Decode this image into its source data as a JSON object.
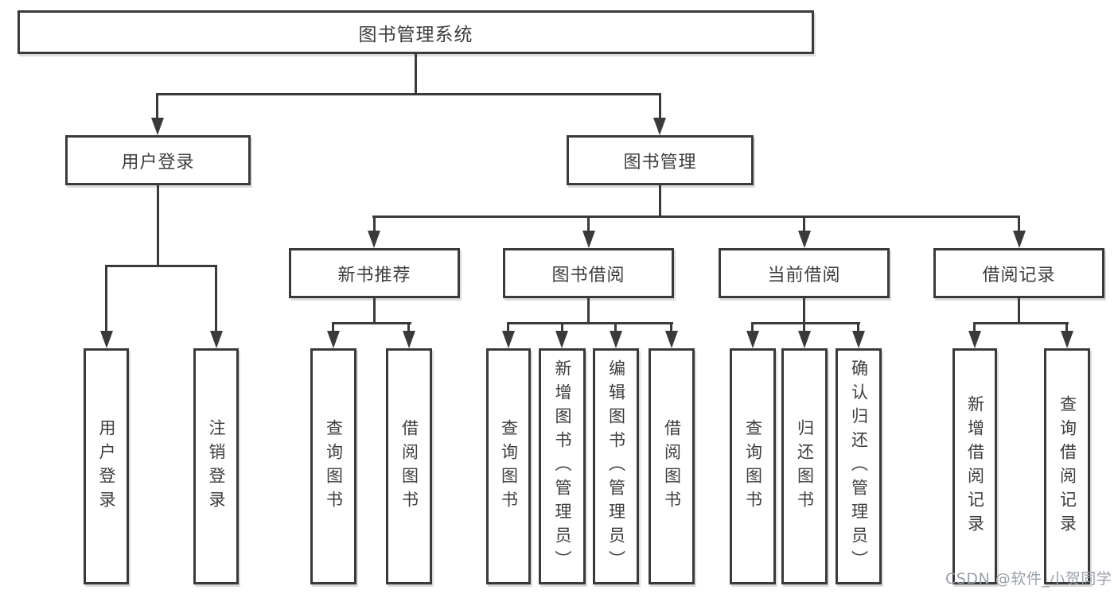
{
  "tree": {
    "label": "图书管理系统",
    "children": [
      {
        "label": "用户登录",
        "children": [
          {
            "label": "用户登录"
          },
          {
            "label": "注销登录"
          }
        ]
      },
      {
        "label": "图书管理",
        "children": [
          {
            "label": "新书推荐",
            "children": [
              {
                "label": "查询图书"
              },
              {
                "label": "借阅图书"
              }
            ]
          },
          {
            "label": "图书借阅",
            "children": [
              {
                "label": "查询图书"
              },
              {
                "label": "新增图书（管理员）"
              },
              {
                "label": "编辑图书（管理员）"
              },
              {
                "label": "借阅图书"
              }
            ]
          },
          {
            "label": "当前借阅",
            "children": [
              {
                "label": "查询图书"
              },
              {
                "label": "归还图书"
              },
              {
                "label": "确认归还（管理员）"
              }
            ]
          },
          {
            "label": "借阅记录",
            "children": [
              {
                "label": "新增借阅记录"
              },
              {
                "label": "查询借阅记录"
              }
            ]
          }
        ]
      }
    ]
  },
  "watermark": {
    "text": "CSDN @软件_小贺同学"
  },
  "colors": {
    "line": "#3a3a3a",
    "text": "#3d3d3d",
    "watermark": "#9aa0a8"
  }
}
